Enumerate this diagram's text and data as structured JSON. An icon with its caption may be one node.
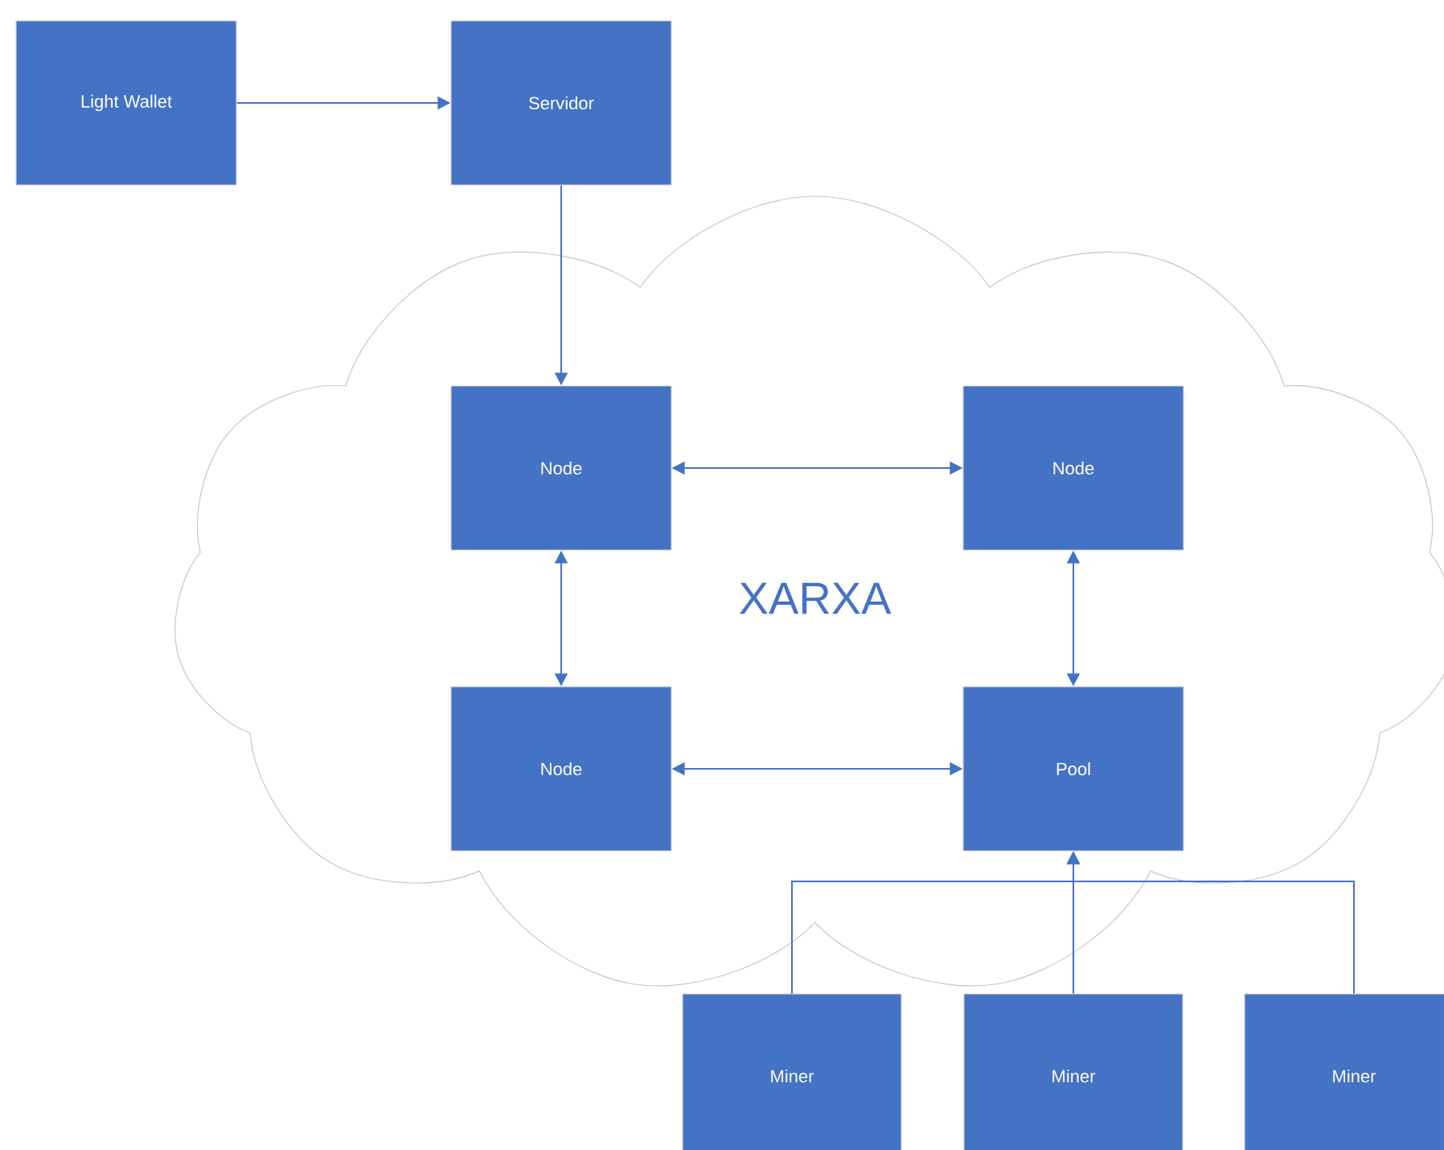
{
  "diagram": {
    "nodes": [
      {
        "text": [
          "Light Wallet"
        ]
      },
      {
        "text": [
          "Servidor"
        ]
      },
      {
        "text": [
          "XARXA"
        ]
      },
      {
        "text": [
          "Node"
        ],
        "in": 2
      },
      {
        "text": [
          "Node"
        ],
        "in": 2
      },
      {
        "text": [
          "Node"
        ],
        "in": 2
      },
      {
        "text": [
          "Pool"
        ],
        "in": 2
      },
      {
        "text": [
          "Miner"
        ]
      },
      {
        "text": [
          "Miner"
        ]
      },
      {
        "text": [
          "Miner"
        ]
      }
    ],
    "edges": [
      {
        "from": 0,
        "to": 1,
        "arrow": "to"
      },
      {
        "from": 1,
        "to": 3,
        "arrow": "to"
      },
      {
        "from": 3,
        "to": 4,
        "arrow": "both"
      },
      {
        "from": 3,
        "to": 5,
        "arrow": "both"
      },
      {
        "from": 4,
        "to": 6,
        "arrow": "both"
      },
      {
        "from": 5,
        "to": 6,
        "arrow": "both"
      },
      {
        "from": 7,
        "to": 6,
        "arrow": "to"
      },
      {
        "from": 8,
        "to": 6,
        "arrow": "to"
      },
      {
        "from": 9,
        "to": 6,
        "arrow": "to"
      }
    ]
  }
}
